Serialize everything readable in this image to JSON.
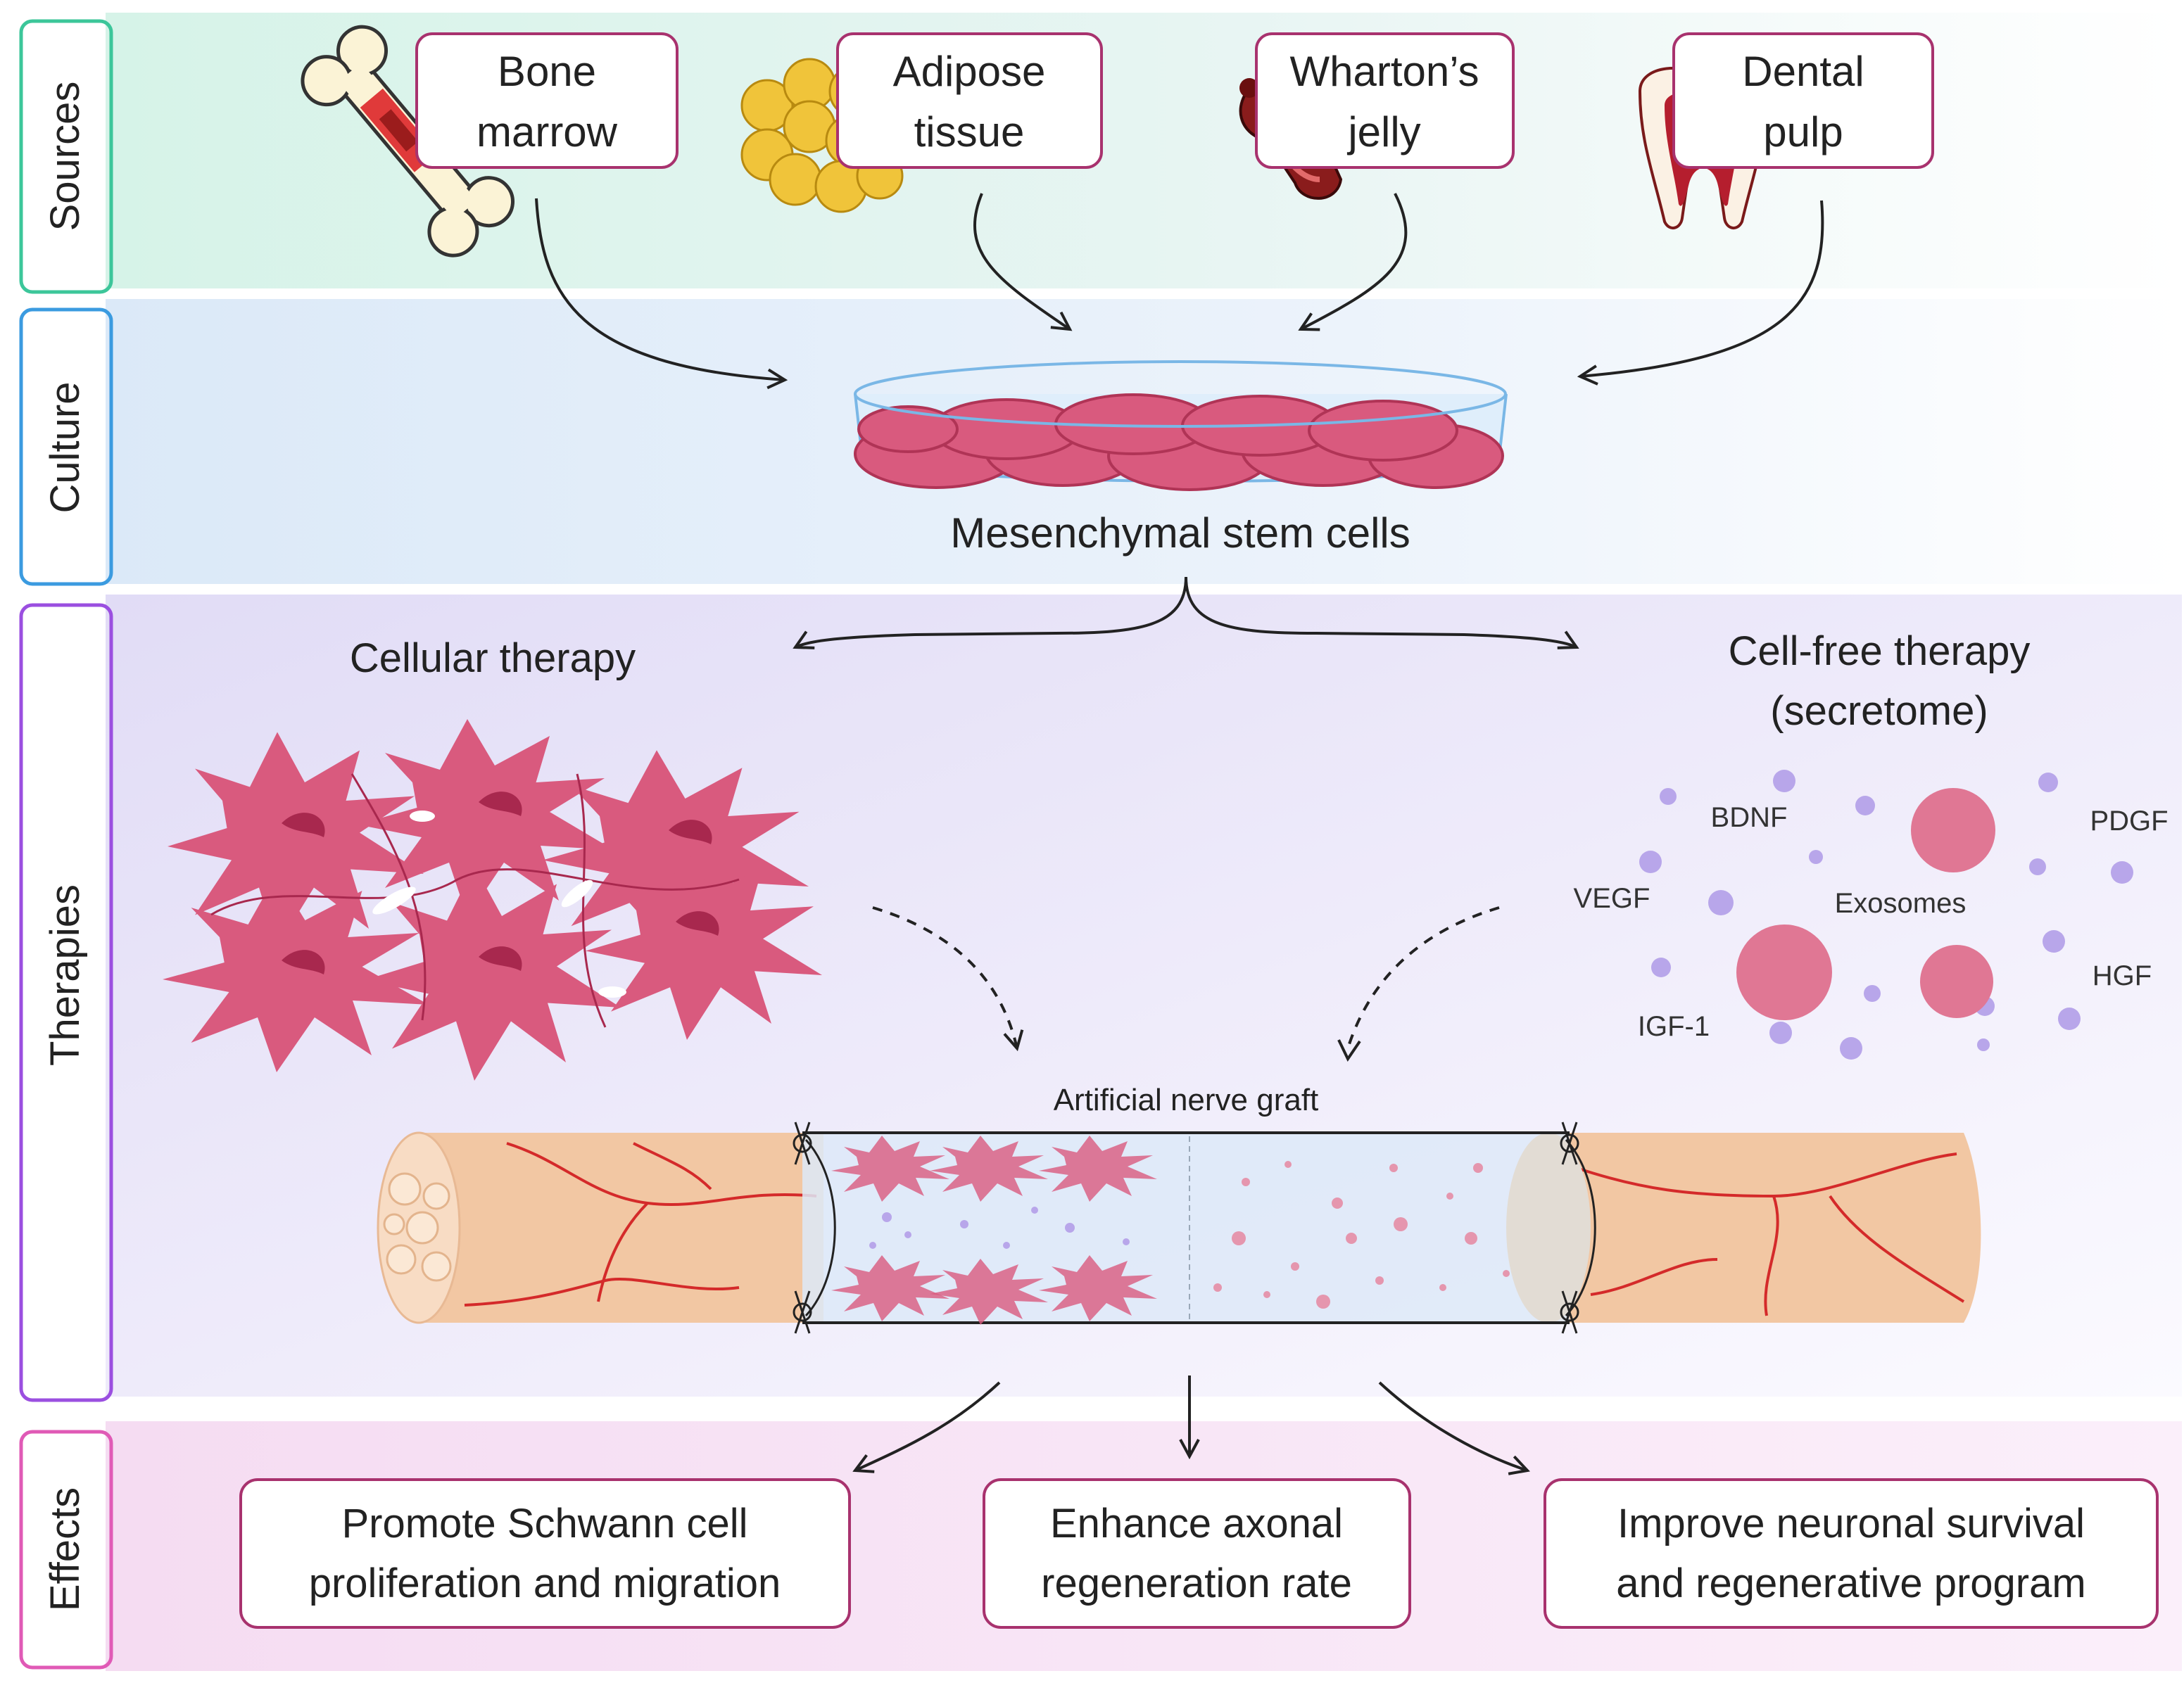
{
  "rows": {
    "sources": "Sources",
    "culture": "Culture",
    "therapies": "Therapies",
    "effects": "Effects"
  },
  "sources": [
    {
      "line1": "Bone",
      "line2": "marrow",
      "icon": "bone-icon"
    },
    {
      "line1": "Adipose",
      "line2": "tissue",
      "icon": "adipose-tissue-icon"
    },
    {
      "line1": "Wharton’s",
      "line2": "jelly",
      "icon": "umbilical-cord-icon"
    },
    {
      "line1": "Dental",
      "line2": "pulp",
      "icon": "tooth-icon"
    }
  ],
  "culture": {
    "label": "Mesenchymal stem cells",
    "icon": "petri-dish-icon"
  },
  "therapies": {
    "cellular": "Cellular therapy",
    "cell_free_line1": "Cell-free therapy",
    "cell_free_line2": "(secretome)",
    "graft": "Artificial nerve graft",
    "secretome": {
      "bdnf": "BDNF",
      "pdgf": "PDGF",
      "vegf": "VEGF",
      "exosomes": "Exosomes",
      "hgf": "HGF",
      "igf": "IGF-1"
    }
  },
  "effects": [
    {
      "line1": "Promote Schwann cell",
      "line2": "proliferation and migration"
    },
    {
      "line1": "Enhance axonal",
      "line2": "regeneration rate"
    },
    {
      "line1": "Improve neuronal survival",
      "line2": "and regenerative program"
    }
  ],
  "colors": {
    "box_border": "#a8326e",
    "cell_pink": "#d95a7e",
    "cell_dark": "#b03456",
    "nerve": "#f2c7a3",
    "vessel": "#d42a2a",
    "molecule": "#b8a6ea"
  }
}
